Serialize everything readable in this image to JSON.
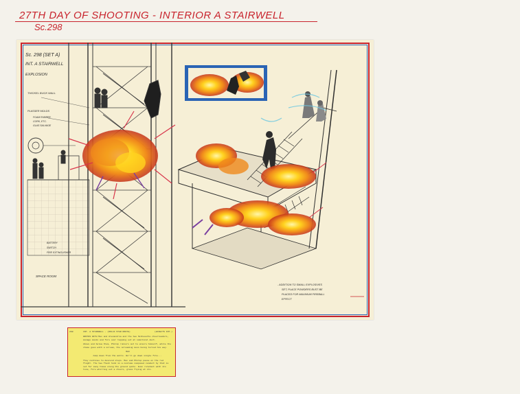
{
  "heading": {
    "title": "27TH DAY OF SHOOTING  -  INTERIOR  A STAIRWELL",
    "scene": "Sc.298"
  },
  "drawing": {
    "left_labels": [
      "Sc. 298 (SET A)",
      "INT. A STAIRWELL",
      "EXPLOSION",
      "THICKEL BUCK WALL",
      "PLASSER MOLDS",
      "FOAM RUBBER",
      "CORK, ETC.",
      "GLAS SALVAGE",
      "BATTERY",
      "SWITCH",
      "FIRE EXTINGUISHER",
      "SPACE ROOM"
    ],
    "right_note": [
      "- ADDITION TO SMALL EXPLOSIVES",
      "SET, PLACE POWDERS BUST BE",
      "PLACED FOR MAXIMUM FIREBALL",
      "EFFECT"
    ]
  },
  "script_note": {
    "scene_number": "298",
    "header_left": "INT. A STAIRWELL - (ROLLS STAR ROUTE)",
    "header_right": "(EFFECTS INT.)",
    "paragraphs": [
      "WRITHS WITH Max and Alexandria and the two Silhouette cheerleaders, manage masks and fire over tapping out at identical duct.",
      "Above and below them, Philip runners out to ensure himself, while the chase goes with a scream, the screaming mess being turned his way.",
      "MAX",
      "Jump down from the walls. We'll go down single file...",
      "They continue to descend steps. Max and Philip pause on the red flight. The two flash hold in a costume composed conduct by that is set for many times along the ground quite. Even relatant with its tone, fire whirring out a cheers, glass flying at its."
    ]
  },
  "colors": {
    "accent_red": "#c8232c",
    "frame_blue": "#2a64b4",
    "paper": "#f6efd6",
    "note_yellow": "#f3ea72",
    "fire_orange": "#f08a1c",
    "fire_yellow": "#ffd21f"
  }
}
